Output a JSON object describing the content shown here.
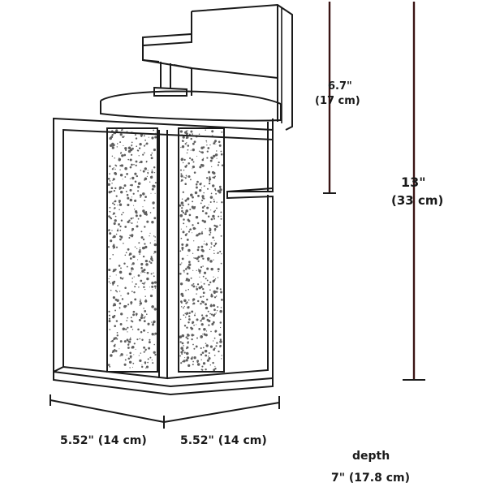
{
  "dimensions": {
    "arm_height": {
      "value": "6.7\"",
      "metric": "(17 cm)"
    },
    "total_height": {
      "value": "13\"",
      "metric": "(33 cm)"
    },
    "width_left": {
      "label": "5.52\" (14 cm)"
    },
    "width_right": {
      "label": "5.52\" (14 cm)"
    },
    "depth": {
      "title": "depth",
      "label": "7\" (17.8 cm)"
    }
  },
  "colors": {
    "line": "#1a1a1a",
    "dimension_bar": "#3a1414",
    "background": "#ffffff"
  }
}
